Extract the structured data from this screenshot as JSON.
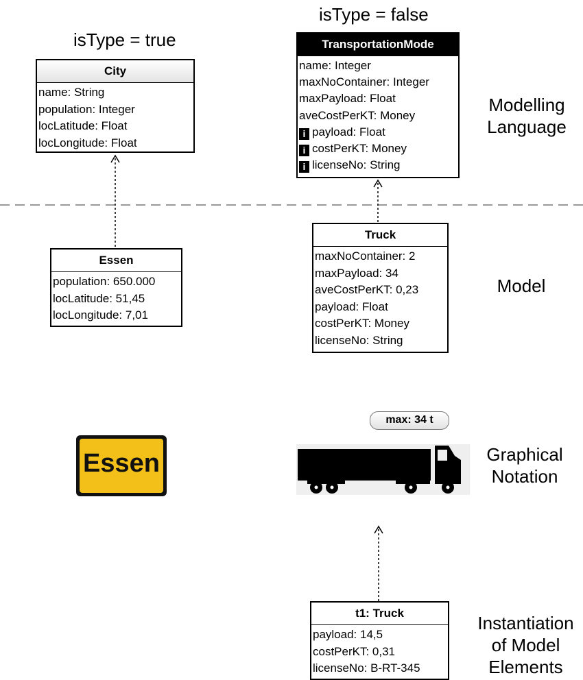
{
  "levels": {
    "language_line1": "Modelling",
    "language_line2": "Language",
    "model": "Model",
    "notation_line1": "Graphical",
    "notation_line2": "Notation",
    "instance_line1": "Instantiation",
    "instance_line2": "of Model",
    "instance_line3": "Elements"
  },
  "city_type_label": "isType = true",
  "transport_type_label": "isType = false",
  "city": {
    "title": "City",
    "attrs": [
      "name: String",
      "population: Integer",
      "locLatitude: Float",
      "locLongitude: Float"
    ]
  },
  "transport": {
    "title": "TransportationMode",
    "attrs": [
      "name: Integer",
      "maxNoContainer: Integer",
      "maxPayload: Float",
      "aveCostPerKT: Money"
    ],
    "info_attrs": [
      "payload: Float",
      "costPerKT: Money",
      "licenseNo: String"
    ],
    "info_icon": "i"
  },
  "essen": {
    "title": "Essen",
    "attrs": [
      "population: 650.000",
      "locLatitude: 51,45",
      "locLongitude: 7,01"
    ]
  },
  "truck": {
    "title": "Truck",
    "attrs": [
      "maxNoContainer: 2",
      "maxPayload: 34",
      "aveCostPerKT: 0,23",
      "payload: Float",
      "costPerKT: Money",
      "licenseNo: String"
    ]
  },
  "notation": {
    "city_sign_text": "Essen",
    "truck_badge": "max: 34 t",
    "truck_icon": "truck-icon",
    "sign_color": "#f2c018"
  },
  "t1": {
    "title": "t1: Truck",
    "attrs": [
      "payload: 14,5",
      "costPerKT: 0,31",
      "licenseNo: B-RT-345"
    ]
  }
}
